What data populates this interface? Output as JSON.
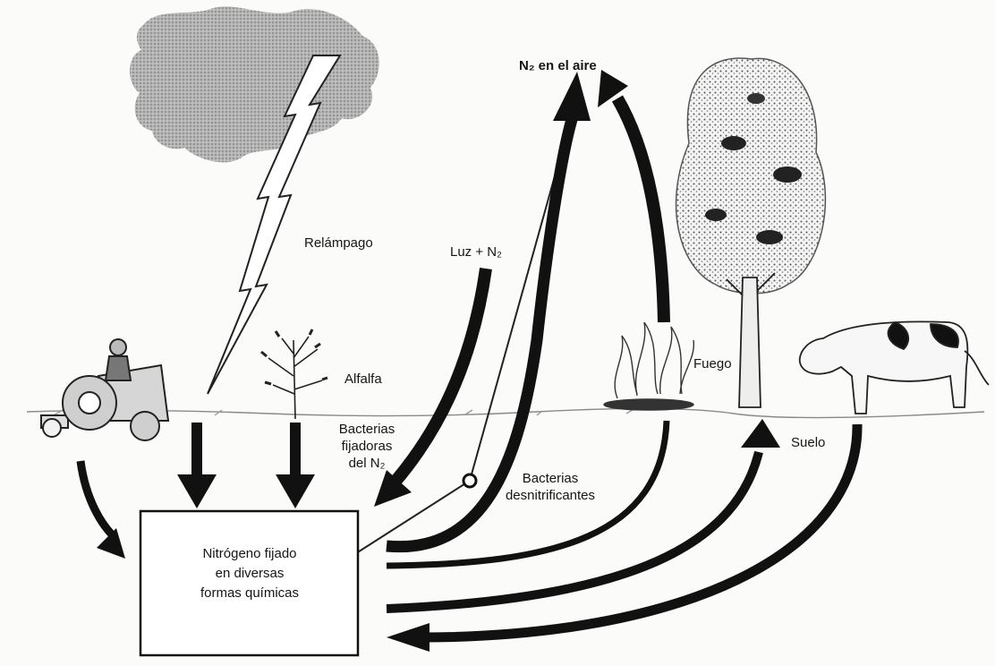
{
  "labels": {
    "n2_air": "N₂ en el aire",
    "lightning": "Relámpago",
    "light_n2": "Luz + N₂",
    "alfalfa": "Alfalfa",
    "fixing_bacteria": [
      "Bacterias",
      "fijadoras",
      "del N₂"
    ],
    "fire": "Fuego",
    "soil": "Suelo",
    "denitrifying_bacteria": [
      "Bacterias",
      "desnitrificantes"
    ],
    "fixed_nitrogen": [
      "Nitrógeno fijado",
      "en diversas",
      "formas químicas"
    ]
  },
  "icons": [
    "cloud-icon",
    "lightning-icon",
    "tractor-icon",
    "alfalfa-plant-icon",
    "fire-icon",
    "tree-icon",
    "cow-icon",
    "bacteria-icon"
  ],
  "colors": {
    "ink": "#111111",
    "cloud": "#a9a9a9",
    "ground": "#8a8a8a"
  }
}
